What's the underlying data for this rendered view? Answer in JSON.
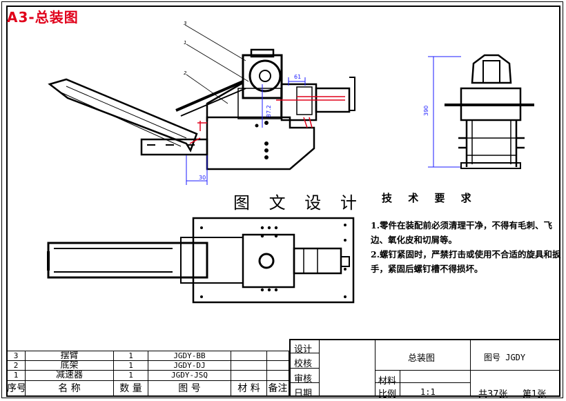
{
  "sheet_title": "A3-总装图",
  "layout_label": "图 文 设 计",
  "drawing": {
    "leader_labels": [
      "3",
      "1",
      "2"
    ],
    "dimensions": [
      "61",
      "87.2",
      "30",
      "390"
    ]
  },
  "technical_requirements": {
    "title": "技 术 要 求",
    "items": [
      "1.零件在装配前必须清理干净，不得有毛刺、飞边、氧化皮和切屑等。",
      "2.螺钉紧固时，严禁打击或使用不合适的旋具和扳手，紧固后螺钉槽不得损坏。"
    ]
  },
  "parts_list": {
    "headers": [
      "序号",
      "名 称",
      "数 量",
      "图 号",
      "材 料",
      "备注"
    ],
    "rows": [
      {
        "no": "3",
        "name": "摆臂",
        "qty": "1",
        "code": "JGDY-BB",
        "material": "",
        "note": ""
      },
      {
        "no": "2",
        "name": "底架",
        "qty": "1",
        "code": "JGDY-DJ",
        "material": "",
        "note": ""
      },
      {
        "no": "1",
        "name": "减速器",
        "qty": "1",
        "code": "JGDY-JSQ",
        "material": "",
        "note": ""
      }
    ]
  },
  "title_block": {
    "design_label": "设计",
    "check_label": "校核",
    "review_label": "审核",
    "date_label": "日期",
    "drawing_name": "总装图",
    "drawing_no": "图号 JGDY",
    "material_label": "材料",
    "scale_label": "比例",
    "scale_value": "1:1",
    "sheet_count": "共37张",
    "sheet_index": "第1张"
  }
}
